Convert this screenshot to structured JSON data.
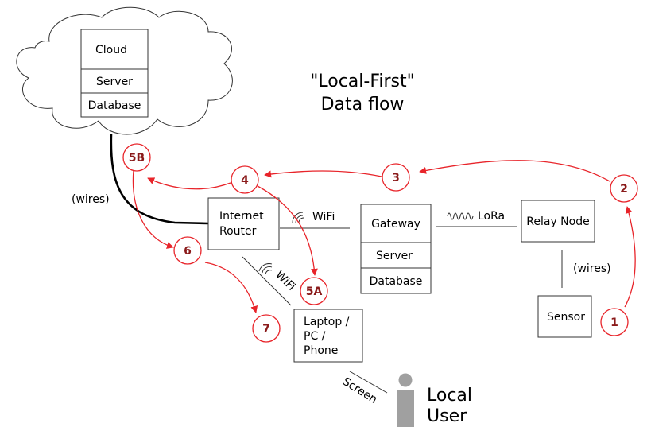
{
  "title": {
    "line1": "\"Local-First\"",
    "line2": "Data flow"
  },
  "cloud": {
    "label": "Cloud",
    "server": "Server",
    "database": "Database"
  },
  "router": {
    "line1": "Internet",
    "line2": "Router"
  },
  "gateway": {
    "label": "Gateway",
    "server": "Server",
    "database": "Database"
  },
  "relay": {
    "label": "Relay Node"
  },
  "sensor": {
    "label": "Sensor"
  },
  "device": {
    "line1": "Laptop /",
    "line2": "PC /",
    "line3": "Phone"
  },
  "links": {
    "cloud_wires": "(wires)",
    "router_wifi": "WiFi",
    "lora": "LoRa",
    "sensor_wires": "(wires)",
    "device_wifi": "WiFi",
    "screen": "Screen"
  },
  "user": {
    "line1": "Local",
    "line2": "User"
  },
  "steps": [
    "1",
    "2",
    "3",
    "4",
    "5A",
    "5B",
    "6",
    "7"
  ],
  "colors": {
    "accent": "#e8242a",
    "step_text": "#8a1a1a",
    "user_icon": "#a0a0a0"
  }
}
